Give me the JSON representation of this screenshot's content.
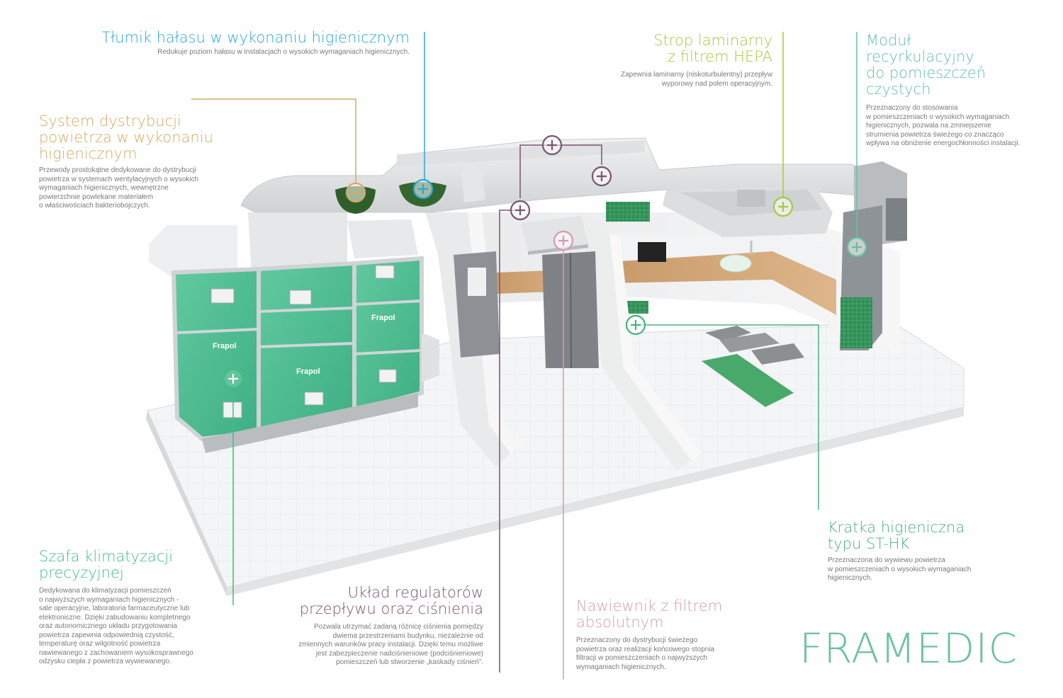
{
  "brand": {
    "text": "FRAMEDIC",
    "color": "#6cc39b"
  },
  "colors": {
    "silencer": "#2aa7dc",
    "distribution": "#d8a860",
    "laminar": "#a5c93c",
    "recirculation": "#63c3a0",
    "grille": "#49b27c",
    "cabinet": "#3fbf86",
    "regulators": "#7a5470",
    "diffuser": "#d99aab"
  },
  "callouts": {
    "silencer": {
      "title": "Tłumik hałasu w wykonaniu higienicznym",
      "desc": "Redukuje poziom hałasu w instalacjach o wysokich wymaganiach higienicznych."
    },
    "distribution": {
      "title": "System dystrybucji\npowietrza w wykonaniu\nhigienicznym",
      "desc": "Przewody prostokątne dedykowane do dystrybucji\npowietrza w systemach wentylacyjnych o wysokich\nwymaganiach higienicznych, wewnętrzne\npowierzchnie powlekane materiałem\no właściwościach bakteriobójczych."
    },
    "laminar": {
      "title": "Strop laminarny\nz filtrem HEPA",
      "desc": "Zapewnia laminarny (niskoturbulentny) przepływ\nwyporowy nad polem operacyjnym."
    },
    "recirculation": {
      "title": "Moduł\nrecyrkulacyjny\ndo pomieszczeń\nczystych",
      "desc": "Przeznaczony do stosowania\nw pomieszczeniach o wysokich wymaganiach\nhigienicznych, pozwala na zmniejszenie\nstrumienia powietrza świeżego co znacząco\nwpływa na obniżenie energochłonności instalacji."
    },
    "grille": {
      "title": "Kratka higieniczna\ntypu ST-HK",
      "desc": "Przeznaczona do wywiewu powietrza\nw pomieszczeniach o wysokich wymaganiach\nhigienicznych."
    },
    "cabinet": {
      "title": "Szafa klimatyzacji\nprecyzyjnej",
      "desc": "Dedykowana do klimatyzacji pomieszczeń\no najwyższych wymaganiach higienicznych -\nsale operacyjne, laboratoria farmaceutyczne lub\nelektroniczne. Dzięki zabudowaniu kompletnego\noraz autonomicznego układu przygotowania\npowietrza zapewnia odpowiednią czystość,\ntemperaturę oraz wilgotność powietrza\nnawiewanego z zachowaniem wysokosprawnego\nodzysku ciepła z powietrza wywiewanego."
    },
    "regulators": {
      "title": "Układ regulatorów\nprzepływu oraz ciśnienia",
      "desc": "Pozwala utrzymać zadaną różnicę ciśnienia pomiędzy\ndwiema przestrzeniami budynku, niezależnie od\nzmiennych warunków pracy instalacji. Dzięki temu możliwe\njest zabezpieczenie nadciśnieniowe (podciśnieniowe)\npomieszczeń lub stworzenie „kaskady ciśnień”."
    },
    "diffuser": {
      "title": "Nawiewnik z filtrem\nabsolutnym",
      "desc": "Przeznaczony  do dystrybucji świeżego\npowietrza oraz realizacji końcowego stopnia\nfiltracji w pomieszczeniach o najwyższych\nwymaganiach higienicznych."
    }
  },
  "unit_logo": "Frapol"
}
